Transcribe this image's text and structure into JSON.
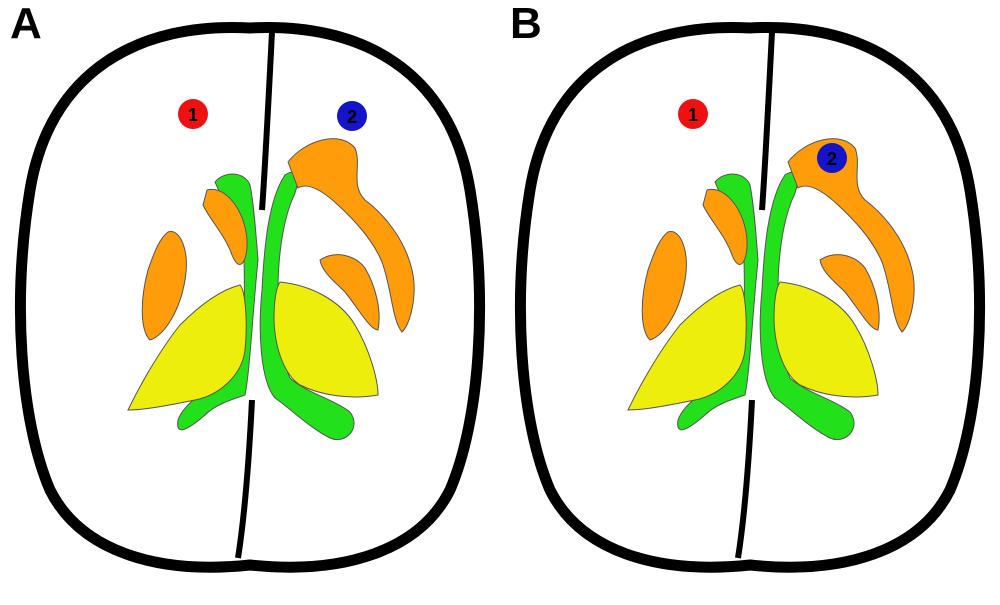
{
  "panels": [
    {
      "label": "A",
      "marker_1": "1",
      "marker_2": "2"
    },
    {
      "label": "B",
      "marker_1": "1",
      "marker_2": "2"
    }
  ],
  "colors": {
    "skull_outline": "#000000",
    "ventricles": "#22e01a",
    "caudate_putamen": "#ff9c0a",
    "thalamus": "#eeee0c",
    "marker_1": "#ee1111",
    "marker_2": "#1414c8"
  }
}
